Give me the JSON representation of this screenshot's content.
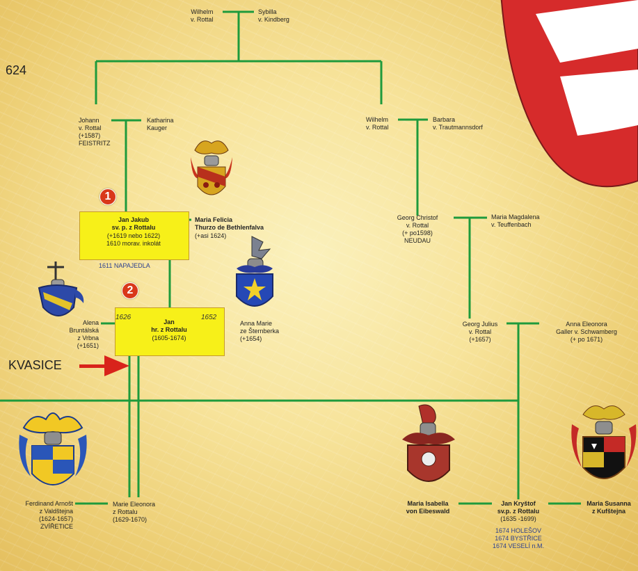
{
  "root": {
    "left": "Wilhelm\nv. Rottal",
    "right": "Sybilla\nv. Kindberg"
  },
  "top_left_fragment": "624",
  "johann": "Johann\nv. Rottal\n(+1587)\nFEISTRITZ",
  "katharina": "Katharina\nKauger",
  "wilhelm2": "Wilhelm\nv. Rottal",
  "barbara": "Barbara\nv. Trautmannsdorf",
  "badge1": "1",
  "badge2": "2",
  "jan_jakub": {
    "name": "Jan Jakub\nsv. p. z Rottalu",
    "detail": "(+1619 nebo 1622)\n1610 morav. inkolát"
  },
  "napajedla": "1611 NAPAJEDLA",
  "maria_felicia": {
    "name": "Maria Felicia\nThurzo de Bethlenfalva",
    "detail": "(+asi 1624)"
  },
  "georg_christof": "Georg Christof\nv. Rottal\n(+ po1598)\nNEUDAU",
  "maria_magdalena": "Maria Magdalena\nv. Teuffenbach",
  "alena": "Alena\nBruntálská\nz Vrbna\n(+1651)",
  "jan": {
    "name": "Jan\nhr. z Rottalu",
    "detail": "(1605-1674)",
    "year_left": "1626",
    "year_right": "1652"
  },
  "anna_marie": "Anna Marie\nze Šternberka\n(+1654)",
  "kvasice": "KVASICE",
  "georg_julius": "Georg Julius\nv. Rottal\n(+1657)",
  "anna_eleonora": "Anna Eleonora\nGaller v. Schwamberg\n(+ po 1671)",
  "ferdinand": "Ferdinand Arnošt\nz Valdštejna\n(1624-1657)\nZVÍŘETICE",
  "marie_eleonora": "Marie Eleonora\nz Rottalu\n(1629-1670)",
  "maria_isabella": "Maria Isabella\nvon Eibeswald",
  "jan_krystof": {
    "name": "Jan Kryštof\nsv.p. z Rottalu",
    "detail": "(1635 -1699)",
    "places": "1674 HOLEŠOV\n1674 BYSTŘICE\n1674 VESELÍ n.M."
  },
  "maria_susanna": "Maria Susanna\nz Kufštejna",
  "colors": {
    "line": "#1e9a3c",
    "box": "#f7f019",
    "badge": "#d9381a",
    "arrow": "#d8231b",
    "shield_red": "#d62b2b"
  }
}
